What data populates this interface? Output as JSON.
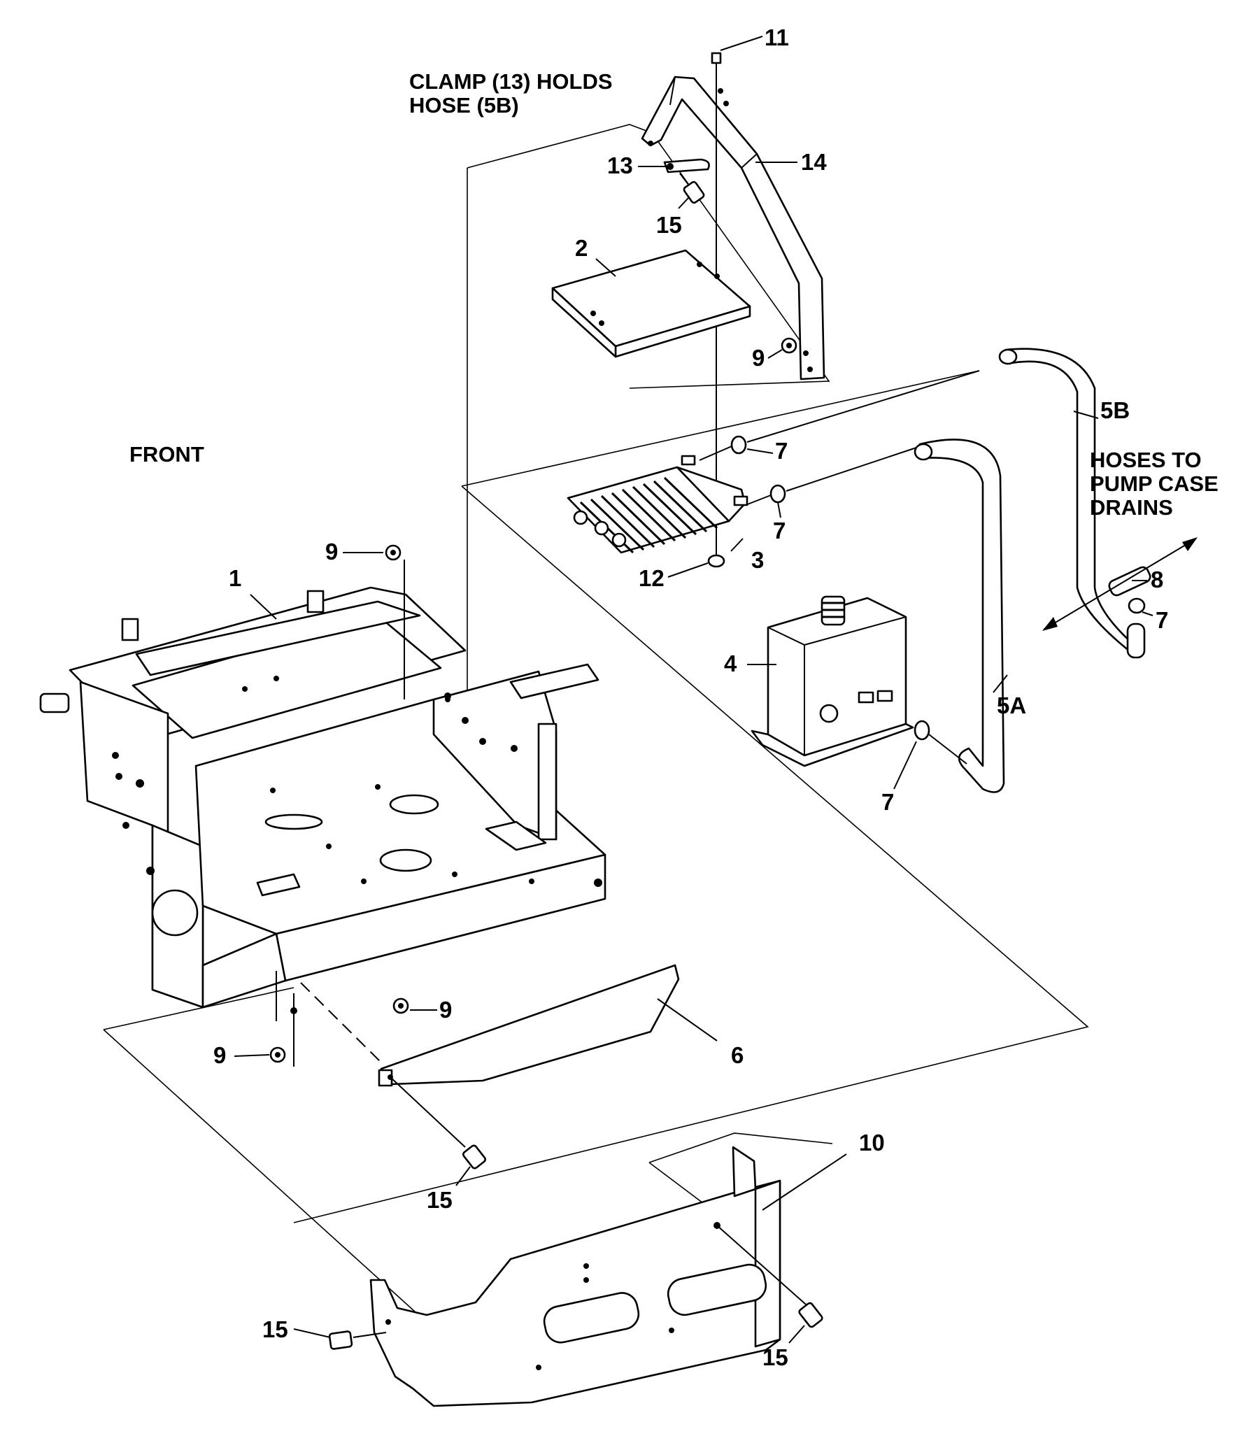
{
  "notes": {
    "clamp": [
      "CLAMP (13) HOLDS",
      "HOSE (5B)"
    ],
    "front": "FRONT",
    "hoses": [
      "HOSES TO",
      "PUMP CASE",
      "DRAINS"
    ]
  },
  "callouts": {
    "p1": "1",
    "p2": "2",
    "p3": "3",
    "p4": "4",
    "p5a": "5A",
    "p5b": "5B",
    "p6": "6",
    "p7a": "7",
    "p7b": "7",
    "p7c": "7",
    "p7d": "7",
    "p8": "8",
    "p9a": "9",
    "p9b": "9",
    "p9c": "9",
    "p9d": "9",
    "p10": "10",
    "p11": "11",
    "p12": "12",
    "p13": "13",
    "p14": "14",
    "p15a": "15",
    "p15b": "15",
    "p15c": "15",
    "p15d": "15"
  }
}
